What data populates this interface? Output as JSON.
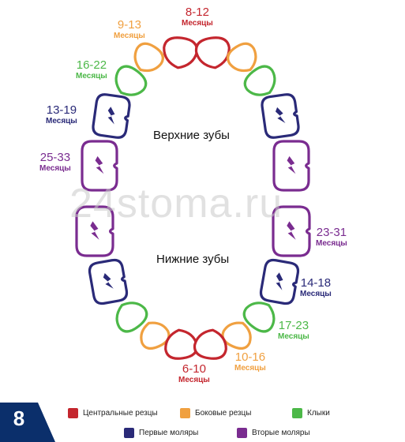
{
  "colors": {
    "incisor_central": "#c4262e",
    "incisor_lateral": "#f0a040",
    "canine": "#4cb848",
    "molar_first": "#2a2a78",
    "molar_second": "#7a2c90",
    "badge": "#0b2f6b"
  },
  "upper_label": "Верхние зубы",
  "lower_label": "Нижние зубы",
  "watermark": "24stoma.ru",
  "figure_number": "8",
  "labels": {
    "upper_central": {
      "range": "8-12",
      "unit": "Месяцы"
    },
    "upper_lateral": {
      "range": "9-13",
      "unit": "Месяцы"
    },
    "upper_canine": {
      "range": "16-22",
      "unit": "Месяцы"
    },
    "upper_first_molar": {
      "range": "13-19",
      "unit": "Месяцы"
    },
    "upper_second_molar": {
      "range": "25-33",
      "unit": "Месяцы"
    },
    "lower_second_molar": {
      "range": "23-31",
      "unit": "Месяцы"
    },
    "lower_first_molar": {
      "range": "14-18",
      "unit": "Месяцы"
    },
    "lower_canine": {
      "range": "17-23",
      "unit": "Месяцы"
    },
    "lower_lateral": {
      "range": "10-16",
      "unit": "Месяцы"
    },
    "lower_central": {
      "range": "6-10",
      "unit": "Месяцы"
    }
  },
  "legend": [
    {
      "label": "Центральные резцы",
      "color": "#c4262e"
    },
    {
      "label": "Боковые резцы",
      "color": "#f0a040"
    },
    {
      "label": "Клыки",
      "color": "#4cb848"
    },
    {
      "label": "Первые моляры",
      "color": "#2a2a78"
    },
    {
      "label": "Вторые моляры",
      "color": "#7a2c90"
    }
  ]
}
